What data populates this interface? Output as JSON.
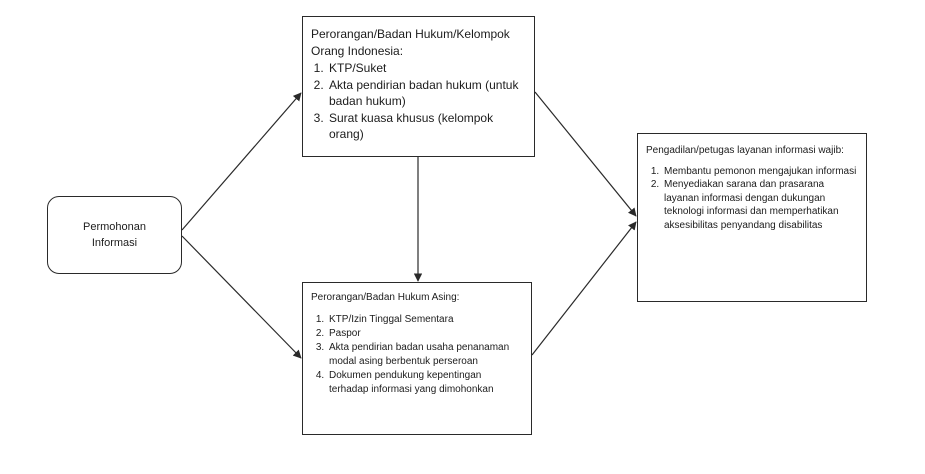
{
  "diagram": {
    "request": {
      "line1": "Permohonan",
      "line2": "Informasi"
    },
    "indonesian": {
      "title": "Perorangan/Badan Hukum/Kelompok Orang Indonesia:",
      "items": [
        "KTP/Suket",
        "Akta pendirian badan hukum (untuk badan hukum)",
        "Surat kuasa khusus (kelompok orang)"
      ]
    },
    "foreign": {
      "title": "Perorangan/Badan Hukum Asing:",
      "items": [
        "KTP/Izin Tinggal Sementara",
        "Paspor",
        "Akta pendirian badan usaha penanaman modal asing berbentuk perseroan",
        "Dokumen pendukung kepentingan terhadap informasi yang dimohonkan"
      ]
    },
    "court": {
      "title": "Pengadilan/petugas layanan informasi wajib:",
      "items": [
        "Membantu pemonon mengajukan informasi",
        "Menyediakan sarana dan prasarana layanan informasi dengan dukungan teknologi informasi dan memperhatikan aksesibilitas penyandang disabilitas"
      ]
    }
  }
}
